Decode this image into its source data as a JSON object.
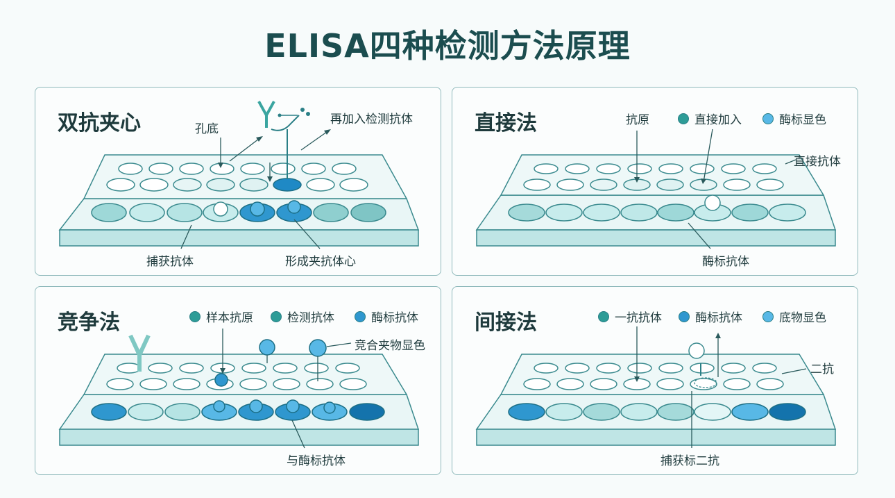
{
  "title": "ELISA四种检测方法原理",
  "colors": {
    "border": "#8fb9bb",
    "plate_top": "#e9f6f6",
    "plate_front": "#bfe5e5",
    "plate_stroke": "#3a8a8e",
    "teal_dot": "#2d9c97",
    "blue_dot": "#2f97cf",
    "light_blue_dot": "#58b8e6"
  },
  "panels": {
    "sandwich": {
      "title": "双抗夹心",
      "labels": {
        "well_bottom": "孔底",
        "add_detection": "再加入检测抗体",
        "capture": "捕获抗体",
        "forms": "形成夹抗体心"
      }
    },
    "direct": {
      "title": "直接法",
      "labels": {
        "antigen": "抗原",
        "direct_antibody": "直接抗体",
        "enzyme_antibody": "酶标抗体"
      },
      "legend": [
        {
          "label": "直接加入",
          "color": "teal"
        },
        {
          "label": "酶标显色",
          "color": "lightblue"
        }
      ]
    },
    "competitive": {
      "title": "竞争法",
      "labels": {
        "complex": "竞合夹物显色",
        "enzyme": "与酶标抗体"
      },
      "legend": [
        {
          "label": "样本抗原",
          "color": "teal"
        },
        {
          "label": "检测抗体",
          "color": "teal"
        },
        {
          "label": "酶标抗体",
          "color": "blue"
        }
      ]
    },
    "indirect": {
      "title": "间接法",
      "labels": {
        "secondary": "二抗",
        "capture_secondary": "捕获标二抗"
      },
      "legend": [
        {
          "label": "一抗抗体",
          "color": "teal"
        },
        {
          "label": "酶标抗体",
          "color": "blue"
        },
        {
          "label": "底物显色",
          "color": "lightblue"
        }
      ]
    }
  }
}
